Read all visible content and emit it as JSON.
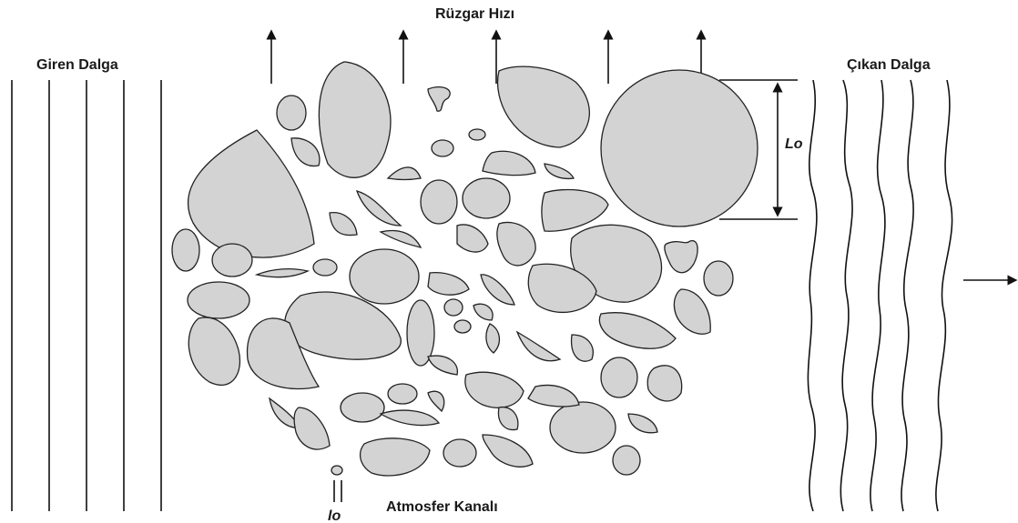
{
  "labels": {
    "incoming_wave": "Giren Dalga",
    "wind_speed": "Rüzgar Hızı",
    "outgoing_wave": "Çıkan Dalga",
    "outer_scale": "Lo",
    "inner_scale": "lo",
    "atmospheric_channel": "Atmosfer Kanalı"
  },
  "colors": {
    "eddy_fill": "#d3d3d3",
    "stroke": "#222222"
  }
}
